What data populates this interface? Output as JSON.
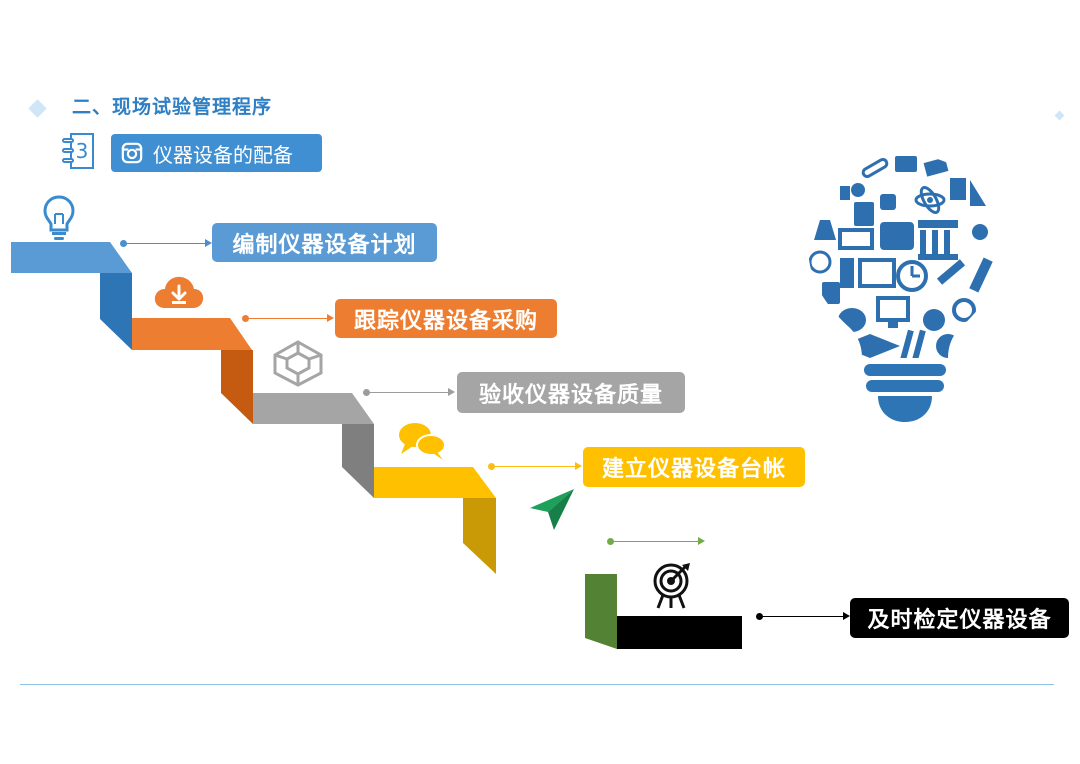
{
  "page": {
    "title": "二、现场试验管理程序",
    "section_number": "3",
    "section_label": "仪器设备的配备"
  },
  "steps": [
    {
      "label": "编制仪器设备计划",
      "color": "#4a8fd0",
      "icon": "lightbulb-icon"
    },
    {
      "label": "跟踪仪器设备采购",
      "color": "#ef7d31",
      "icon": "cloud-download-icon"
    },
    {
      "label": "验收仪器设备质量",
      "color": "#9c9c9c",
      "icon": "cube-outline-icon"
    },
    {
      "label": "建立仪器设备台帐",
      "color": "#fbbd12",
      "icon": "chat-bubbles-icon"
    },
    {
      "label": "及时检定仪器设备",
      "color": "#000000",
      "icon": "target-icon"
    }
  ],
  "decorations": {
    "paper_plane": "paper-plane-icon",
    "lightbulb_collage": "education-lightbulb-icon"
  },
  "colors": {
    "blue": "#4a8fd0",
    "blue_dark": "#2f72b8",
    "orange": "#ef7d31",
    "orange_dark": "#c95a1a",
    "gray": "#a6a6a6",
    "gray_dark": "#7b7b7b",
    "yellow": "#fbbd12",
    "yellow_dark": "#c89b0e",
    "green_dark": "#548235",
    "black": "#000000",
    "accent": "#2f7fc4"
  }
}
